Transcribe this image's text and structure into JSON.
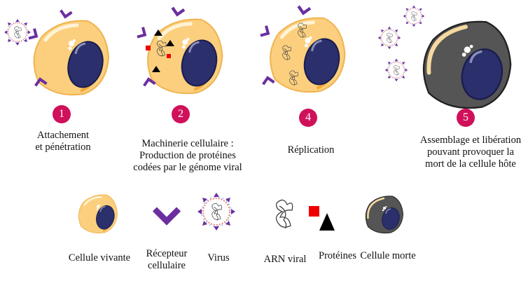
{
  "steps": [
    {
      "number": "1",
      "caption": [
        "Attachement",
        "et pénétration"
      ]
    },
    {
      "number": "2",
      "caption": [
        "Machinerie cellulaire :",
        "Production de protéines",
        "codées par le génome viral"
      ]
    },
    {
      "number": "4",
      "caption": [
        "Réplication"
      ]
    },
    {
      "number": "5",
      "caption": [
        "Assemblage et libération",
        "pouvant provoquer la",
        "mort de la cellule hôte"
      ]
    }
  ],
  "legend": [
    {
      "label": [
        "Cellule vivante"
      ]
    },
    {
      "label": [
        "Récepteur",
        "cellulaire"
      ]
    },
    {
      "label": [
        "Virus"
      ]
    },
    {
      "label": [
        "ARN viral"
      ]
    },
    {
      "label": [
        "Protéines"
      ]
    },
    {
      "label": [
        "Cellule morte"
      ]
    }
  ],
  "colors": {
    "badge": "#d0105a",
    "cytoplasm": "#fbcf7e",
    "nucleus": "#2b2f6b",
    "receptor": "#6b2fa0",
    "dead_cell": "#555555",
    "protein_square": "#ee0000",
    "protein_triangle": "#000000"
  }
}
